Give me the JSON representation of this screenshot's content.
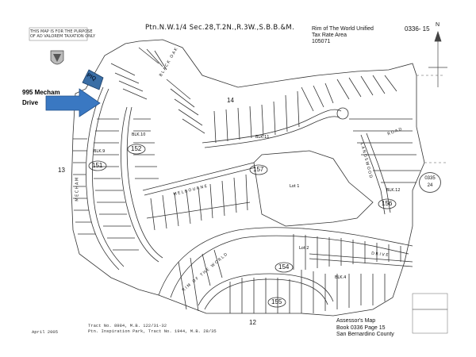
{
  "header": {
    "section_title": "Ptn.N.W.1/4 Sec.28,T.2N.,R.3W.,S.B.B.&M.",
    "tax_area_lines": [
      "Rim of The World Unified",
      "Tax Rate Area",
      "105071"
    ],
    "book_page_ref": "0336- 15"
  },
  "notice": [
    "THIS MAP IS FOR THE PURPOSE",
    "OF AD VALOREM TAXATION ONLY"
  ],
  "callout": {
    "address_lines": [
      "995 Mecham",
      "Drive"
    ],
    "marker_label": "PIQ"
  },
  "block_labels": [
    "151",
    "152",
    "154",
    "155",
    "156",
    "157"
  ],
  "block_marks": [
    "BLK.9",
    "BLK.10",
    "BLK.11",
    "BLK.12",
    "BLK.4"
  ],
  "sheet_numbers": [
    "13",
    "14",
    "12"
  ],
  "adjacent_book": [
    "0335",
    "24"
  ],
  "lot_labels": [
    "Lot 1",
    "Lot 2"
  ],
  "street_names": [
    "MECHAM",
    "MELBOURNE",
    "RIM OF THE WORLD",
    "DRIVE",
    "ROAD",
    "BLACK OAK",
    "LANDSWOOD"
  ],
  "north_arrow_label": "N",
  "footer_left": "April 2005",
  "footer_tract_lines": [
    "Tract No. 8984, M.B. 122/31-32",
    "Ptn. Inspiration Park, Tract No. 1944, M.B. 28/35"
  ],
  "assessor_lines": [
    "Assessor's Map",
    "Book 0336 Page 15",
    "San Bernardino County"
  ],
  "colors": {
    "marker_fill": "#3a6ea5",
    "arrow_fill": "#3a78c2",
    "linework": "#333333"
  },
  "icons": [
    "county-seal-icon",
    "north-arrow-icon",
    "location-arrow-icon"
  ]
}
